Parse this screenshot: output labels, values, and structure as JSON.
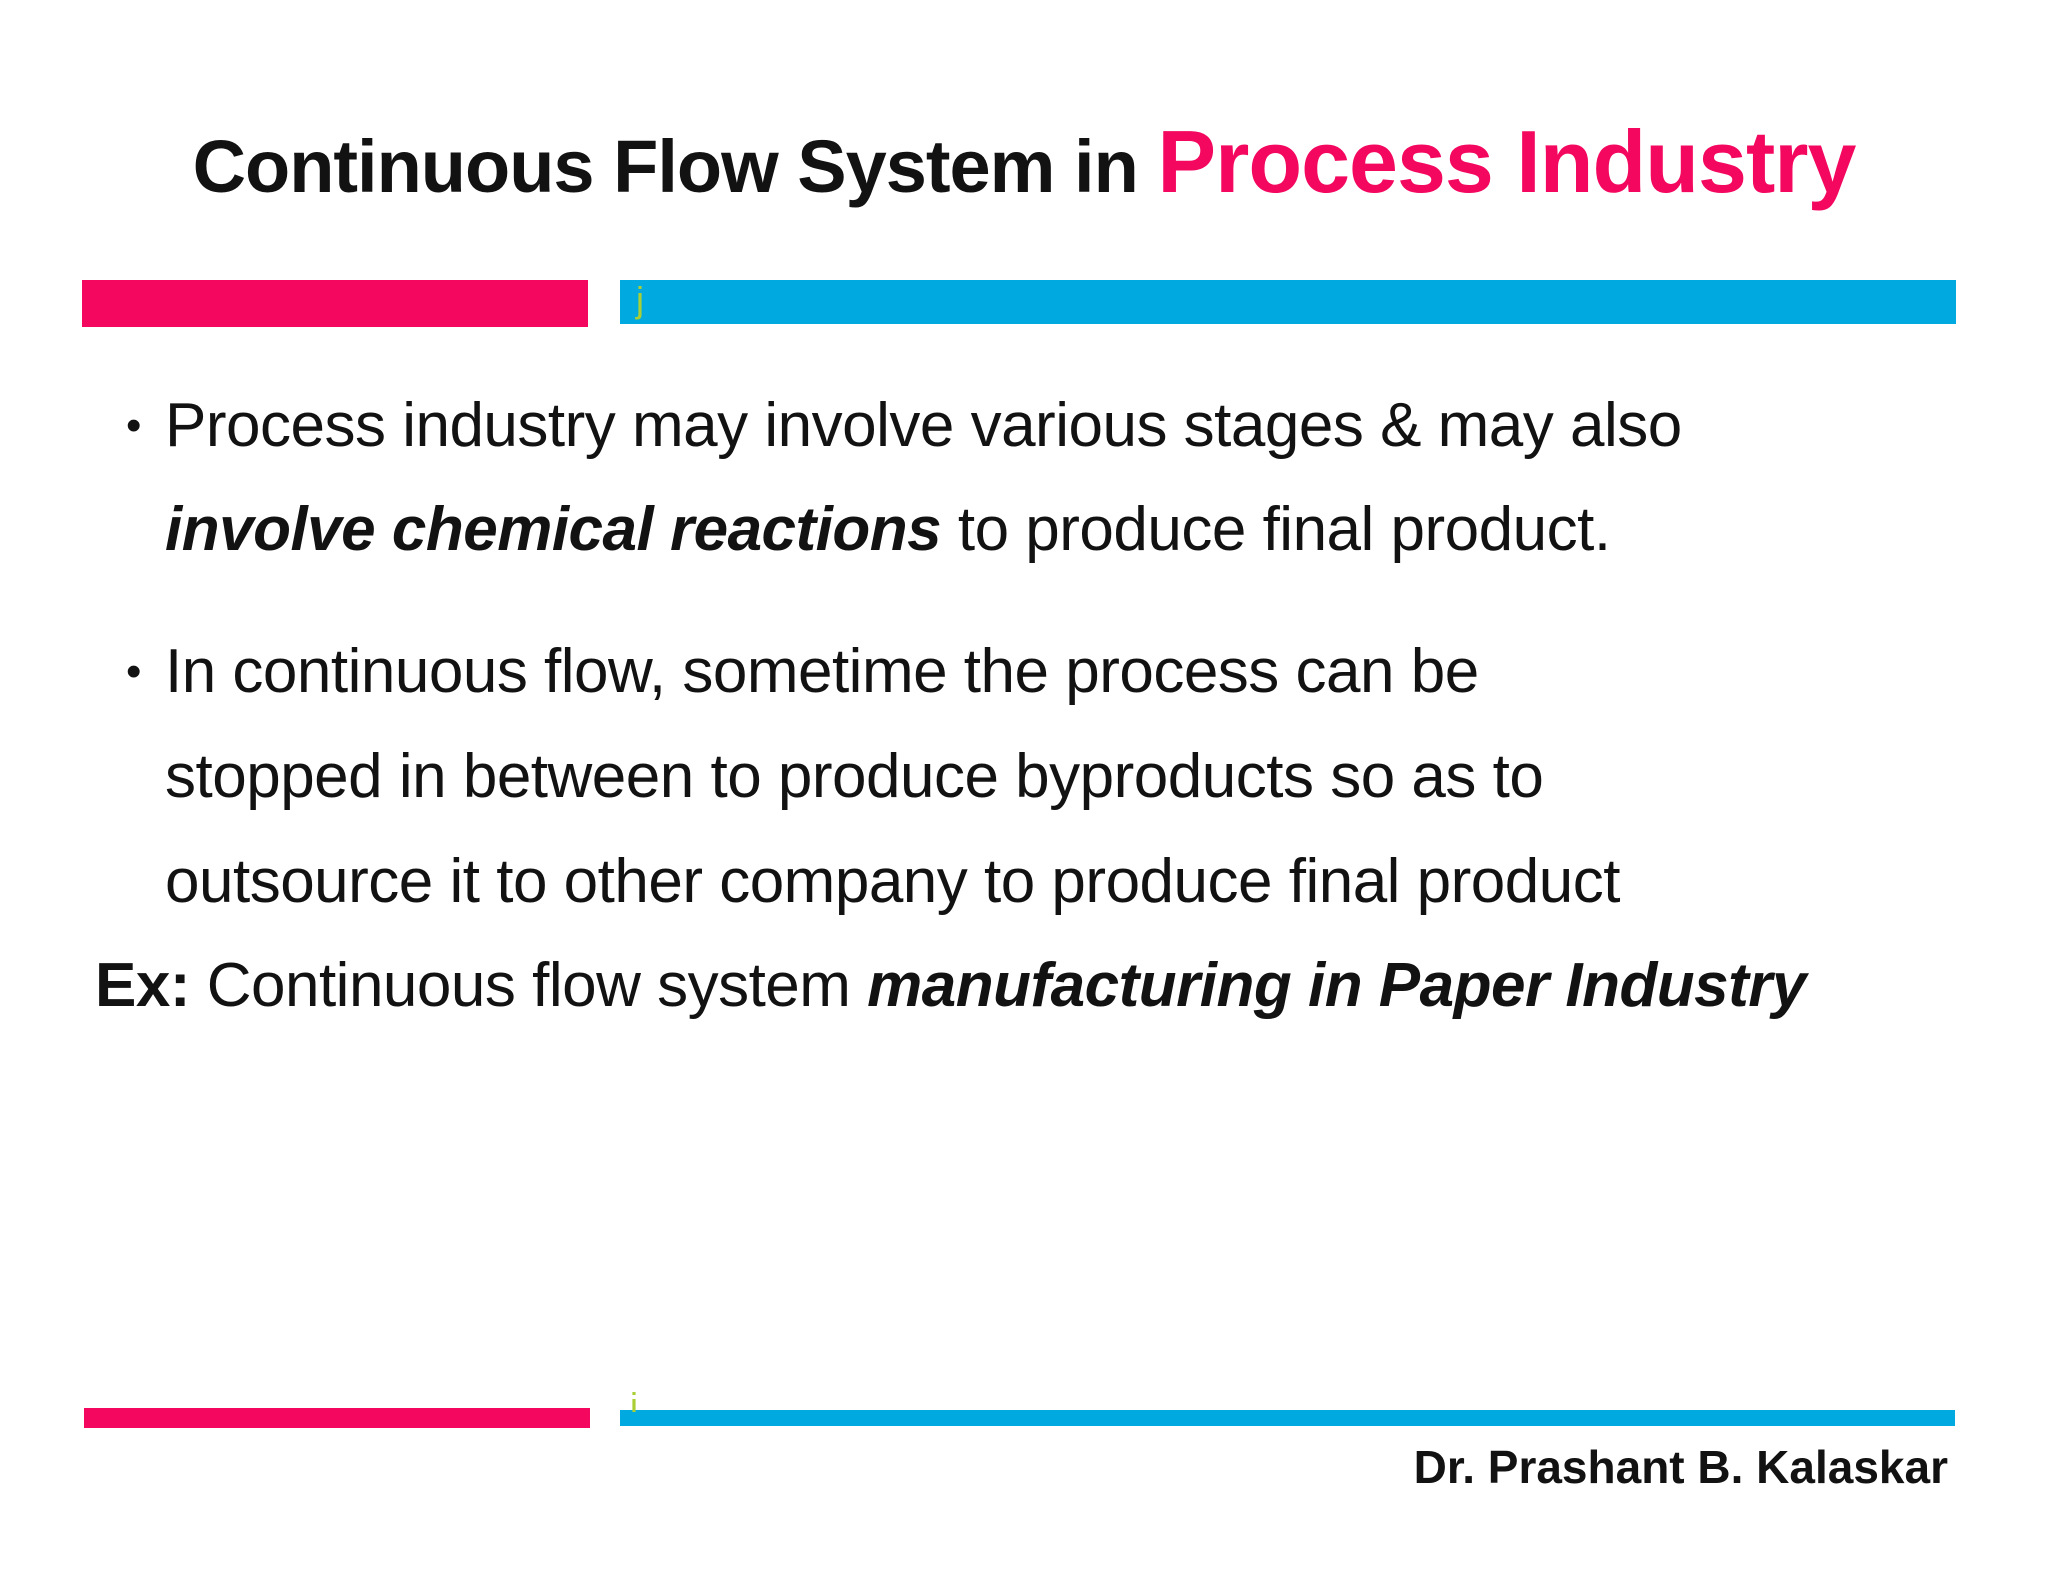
{
  "slide": {
    "title": {
      "black": "Continuous Flow System in ",
      "pink": "Process Industry"
    },
    "decor": {
      "top_bar_glyph": "j",
      "bottom_bar_glyph": "j"
    },
    "colors": {
      "pink": "#f3075f",
      "cyan": "#00a9e0",
      "green": "#a9cf35",
      "text": "#121212"
    },
    "body": {
      "bullet_char": "•",
      "bullets": [
        {
          "lines": [
            {
              "segments": [
                {
                  "text": "Process industry may involve various stages & may also",
                  "style": "regular"
                }
              ]
            },
            {
              "segments": [
                {
                  "text": "involve chemical reactions",
                  "style": "bold-italic"
                },
                {
                  "text": " to produce final product.",
                  "style": "regular"
                }
              ]
            }
          ]
        },
        {
          "lines": [
            {
              "segments": [
                {
                  "text": "In continuous flow, sometime the process can be",
                  "style": "regular"
                }
              ]
            },
            {
              "segments": [
                {
                  "text": "stopped in between to produce byproducts so as to",
                  "style": "regular"
                }
              ]
            },
            {
              "segments": [
                {
                  "text": "outsource it to other company to produce final product",
                  "style": "regular"
                }
              ]
            }
          ]
        }
      ],
      "example_line": {
        "segments": [
          {
            "text": "Ex:",
            "style": "bold"
          },
          {
            "text": " Continuous flow system ",
            "style": "regular"
          },
          {
            "text": "manufacturing in Paper Industry",
            "style": "bold-italic"
          }
        ]
      }
    },
    "footer": {
      "author": "Dr. Prashant B. Kalaskar"
    }
  }
}
